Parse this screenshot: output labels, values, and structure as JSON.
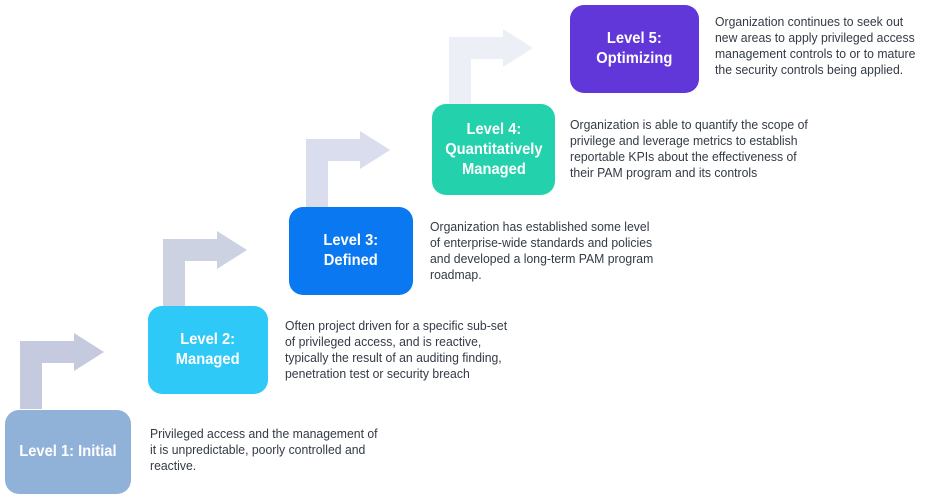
{
  "diagram": {
    "background_color": "#ffffff",
    "description_text_color": "#333a45",
    "levels": [
      {
        "label": "Level 1: Initial",
        "description": "Privileged access and the management of\nit is unpredictable, poorly controlled and\nreactive.",
        "box_color": "#90b1d8",
        "label_color": "#ffffff"
      },
      {
        "label": "Level 2:\nManaged",
        "description": "Often project driven for a specific sub-set\nof privileged access, and is reactive,\ntypically the result of an auditing finding,\npenetration test or security breach",
        "box_color": "#2fc9f8",
        "label_color": "#ffffff"
      },
      {
        "label": "Level 3:\nDefined",
        "description": "Organization has established some level\nof enterprise-wide standards and policies\nand developed a long-term PAM program\nroadmap.",
        "box_color": "#0a78f0",
        "label_color": "#ffffff"
      },
      {
        "label": "Level 4:\nQuantitatively\nManaged",
        "description": "Organization is able to quantify the scope of\nprivilege and leverage metrics to establish\nreportable KPIs about the effectiveness of\ntheir PAM program and its controls",
        "box_color": "#23d2ad",
        "label_color": "#ffffff"
      },
      {
        "label": "Level 5:\nOptimizing",
        "description": "Organization continues to seek out\nnew areas to apply privileged access\nmanagement controls to or to mature\nthe security controls being applied.",
        "box_color": "#6137d9",
        "label_color": "#ffffff"
      }
    ],
    "arrows": [
      {
        "color": "#c5cade"
      },
      {
        "color": "#ccd2e2"
      },
      {
        "color": "#d9ddee"
      },
      {
        "color": "#edeff6"
      }
    ]
  }
}
